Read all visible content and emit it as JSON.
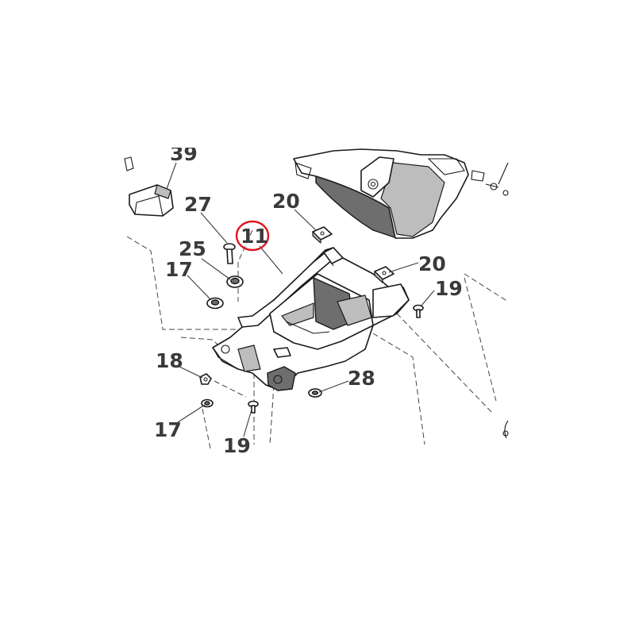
{
  "diagram": {
    "callouts": {
      "c39": "39",
      "c27": "27",
      "c11": "11",
      "c20a": "20",
      "c20b": "20",
      "c25": "25",
      "c17a": "17",
      "c19a": "19",
      "c18": "18",
      "c28": "28",
      "c17b": "17",
      "c19b": "19"
    },
    "highlighted_part": "11",
    "highlight_color": "#e0141e"
  }
}
